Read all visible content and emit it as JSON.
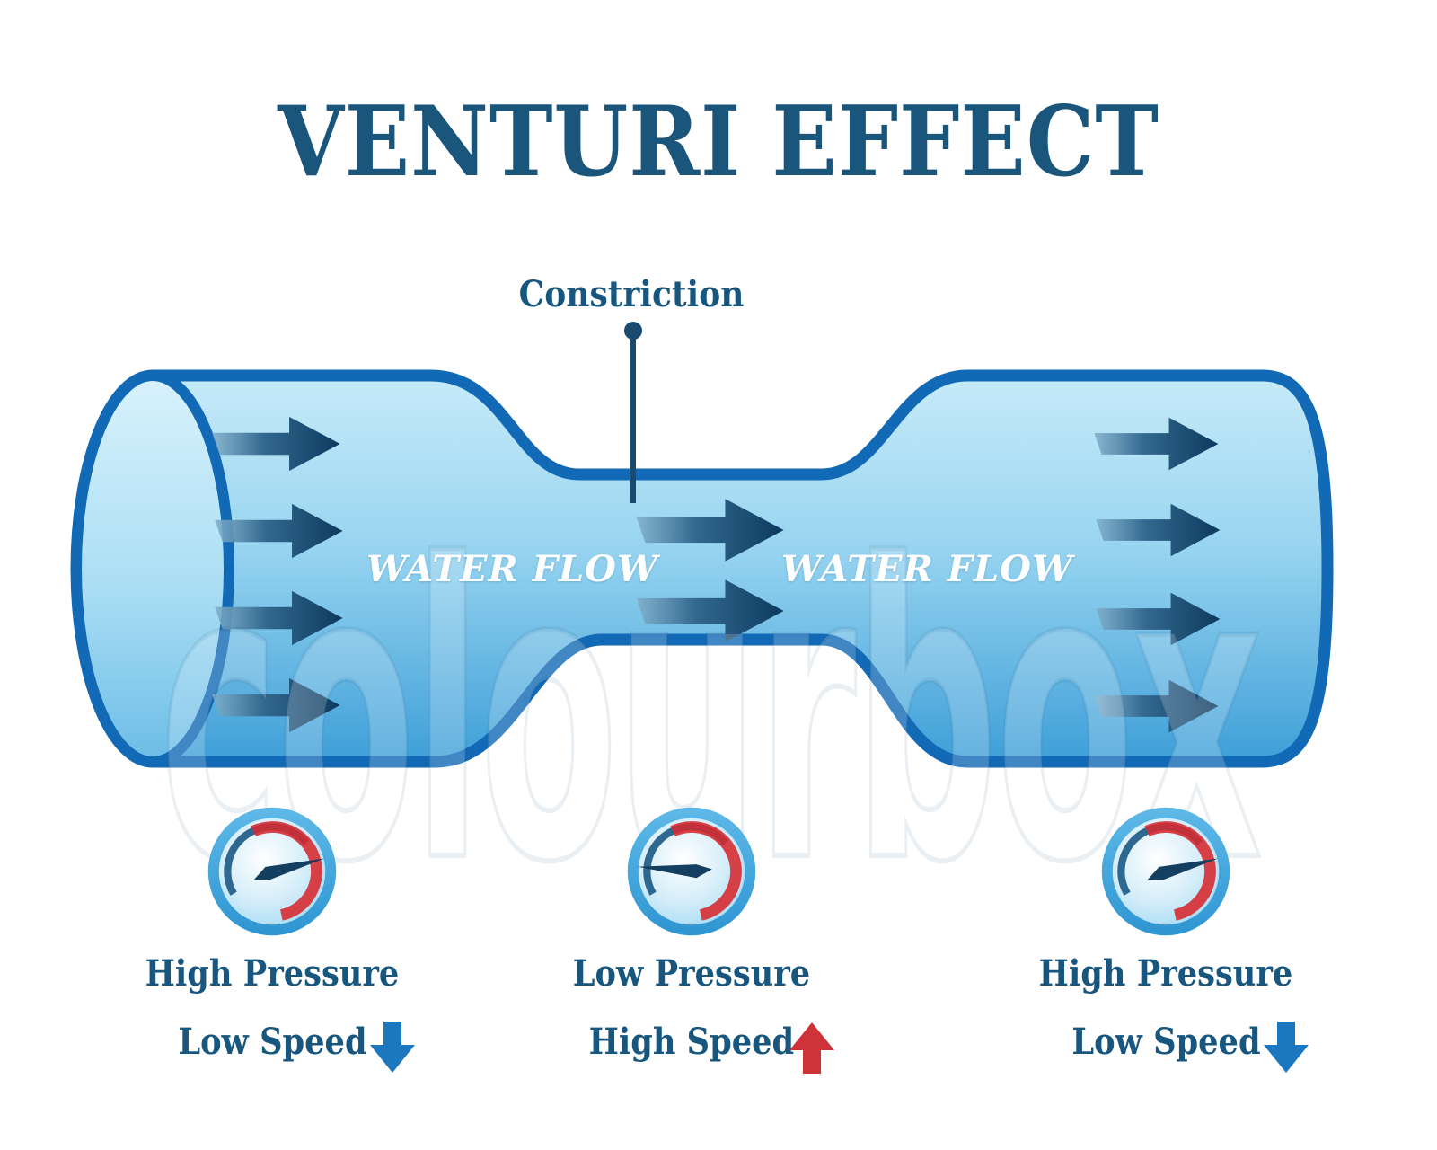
{
  "title": "VENTURI EFFECT",
  "pipe": {
    "constriction_label": "Constriction",
    "water_flow_left": "WATER FLOW",
    "water_flow_right": "WATER FLOW",
    "flow_direction": "left-to-right"
  },
  "watermark": "colourbox",
  "gauges": [
    {
      "position": "inlet",
      "pressure": "High Pressure",
      "speed": "Low Speed",
      "speed_arrow": "down",
      "speed_arrow_color": "#1B77BE",
      "needle": "high"
    },
    {
      "position": "constriction",
      "pressure": "Low Pressure",
      "speed": "High Speed",
      "speed_arrow": "up",
      "speed_arrow_color": "#CE3339",
      "needle": "low"
    },
    {
      "position": "outlet",
      "pressure": "High Pressure",
      "speed": "Low Speed",
      "speed_arrow": "down",
      "speed_arrow_color": "#1B77BE",
      "needle": "high"
    }
  ],
  "colors": {
    "title_text": "#1A567C",
    "label_text": "#17567E",
    "pipe_outline": "#1269B5",
    "pipe_fill_light": "#C7EBF9",
    "pipe_fill_dark": "#3E9FD8",
    "flow_arrow_dark": "#0C3A5E",
    "gauge_rim_blue": "#44A9E0",
    "gauge_red_arc": "#D7282E",
    "gauge_blue_arc": "#2E6890",
    "gauge_needle": "#143F60",
    "speed_down_arrow": "#1B77BE",
    "speed_up_arrow": "#CE3339",
    "water_flow_text": "#FFFFFF"
  }
}
